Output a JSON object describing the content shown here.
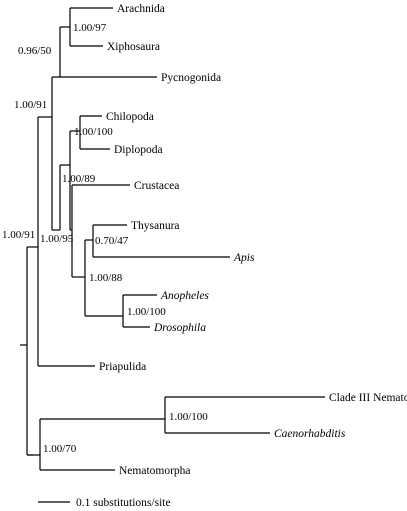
{
  "figure": {
    "taxa": {
      "arachnida": "Arachnida",
      "xiphosaura": "Xiphosaura",
      "pycnogonida": "Pycnogonida",
      "chilopoda": "Chilopoda",
      "diplopoda": "Diplopoda",
      "crustacea": "Crustacea",
      "thysanura": "Thysanura",
      "apis": "Apis",
      "anopheles": "Anopheles",
      "drosophila": "Drosophila",
      "priapulida": "Priapulida",
      "clade3": "Clade III Nematoda",
      "caenorhabditis": "Caenorhabditis",
      "nematomorpha": "Nematomorpha"
    },
    "support": {
      "arachnida_xiphosaura": "1.00/97",
      "chelicerata_inner": "0.96/50",
      "chelicerata": "1.00/91",
      "myriapoda": "1.00/100",
      "mandibulata": "1.00/89",
      "arthropoda": "1.00/95",
      "insects_1": "0.70/47",
      "insects_2": "1.00/88",
      "diptera": "1.00/100",
      "ecdysozoa_main": "1.00/91",
      "nematodes": "1.00/100",
      "nematoida": "1.00/70"
    },
    "scale": {
      "label": "0.1 substitutions/site"
    }
  }
}
